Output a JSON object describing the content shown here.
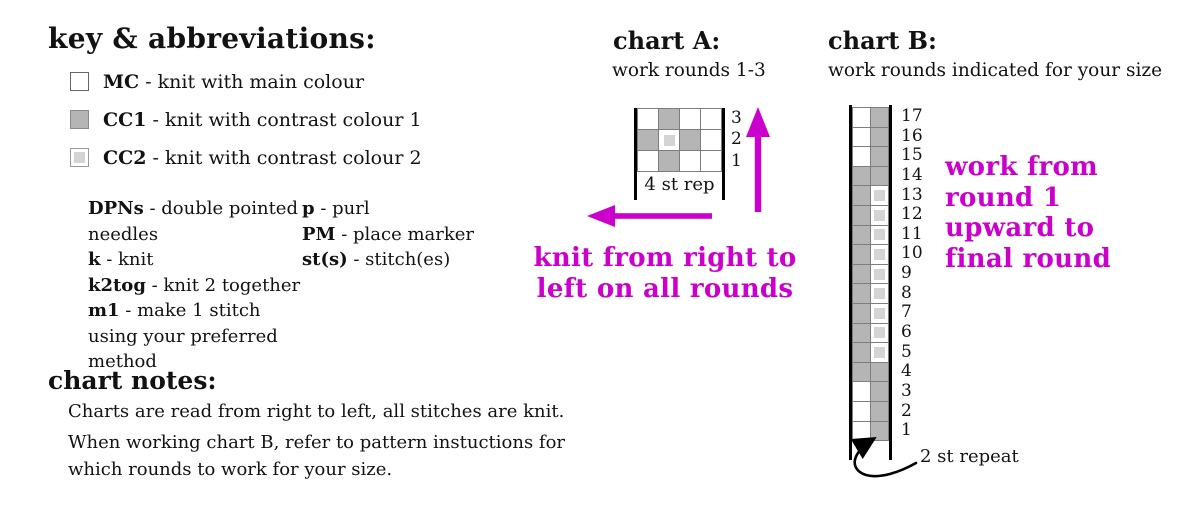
{
  "colors": {
    "magenta": "#cc00cc",
    "cc1": "#b5b5b5",
    "cc2_inner": "#d4d4d4",
    "grid_line": "#7d7d7d"
  },
  "key_section": {
    "heading": "key & abbreviations:",
    "items": [
      {
        "symbol": "MC",
        "abbr": "MC",
        "desc": "- knit with main colour"
      },
      {
        "symbol": "CC1",
        "abbr": "CC1",
        "desc": "- knit with contrast colour 1"
      },
      {
        "symbol": "CC2",
        "abbr": "CC2",
        "desc": "- knit with contrast colour 2"
      }
    ]
  },
  "abbreviations": {
    "column1": [
      {
        "abbr": "DPNs",
        "desc": "- double pointed needles"
      },
      {
        "abbr": "k",
        "desc": "- knit"
      },
      {
        "abbr": "k2tog",
        "desc": "- knit 2 together"
      },
      {
        "abbr": "m1",
        "desc": "- make 1 stitch using your preferred method"
      }
    ],
    "column2": [
      {
        "abbr": "p",
        "desc": "- purl"
      },
      {
        "abbr": "PM",
        "desc": "- place marker"
      },
      {
        "abbr": "st(s)",
        "desc": "- stitch(es)"
      }
    ]
  },
  "chart_notes": {
    "heading": "chart notes:",
    "lines": [
      "Charts are read from right to left, all stitches are knit.",
      "When working chart B, refer to pattern instuctions for which rounds to work for your size."
    ]
  },
  "chart_a": {
    "heading": "chart A:",
    "subtitle": "work rounds 1-3",
    "repeat_label": "4 st rep",
    "row_numbers": [
      "3",
      "2",
      "1"
    ],
    "rows": [
      [
        "MC",
        "CC1",
        "MC",
        "MC"
      ],
      [
        "CC1",
        "CC2",
        "CC1",
        "MC"
      ],
      [
        "MC",
        "CC1",
        "MC",
        "MC"
      ]
    ]
  },
  "chart_b": {
    "heading": "chart B:",
    "subtitle": "work rounds indicated for your size",
    "repeat_label": "2 st repeat",
    "row_numbers": [
      "17",
      "16",
      "15",
      "14",
      "13",
      "12",
      "11",
      "10",
      "9",
      "8",
      "7",
      "6",
      "5",
      "4",
      "3",
      "2",
      "1"
    ],
    "rows": [
      [
        "MC",
        "CC1"
      ],
      [
        "MC",
        "CC1"
      ],
      [
        "MC",
        "CC1"
      ],
      [
        "CC1",
        "CC1"
      ],
      [
        "CC1",
        "CC2"
      ],
      [
        "CC1",
        "CC2"
      ],
      [
        "CC1",
        "CC2"
      ],
      [
        "CC1",
        "CC2"
      ],
      [
        "CC1",
        "CC2"
      ],
      [
        "CC1",
        "CC2"
      ],
      [
        "CC1",
        "CC2"
      ],
      [
        "CC1",
        "CC2"
      ],
      [
        "CC1",
        "CC2"
      ],
      [
        "CC1",
        "CC1"
      ],
      [
        "MC",
        "CC1"
      ],
      [
        "MC",
        "CC1"
      ],
      [
        "MC",
        "CC1"
      ]
    ]
  },
  "annotations": {
    "knit_direction_lines": [
      "knit from right to",
      "left on all rounds"
    ],
    "work_direction_lines": [
      "work from",
      "round 1",
      "upward to",
      "final round"
    ]
  }
}
